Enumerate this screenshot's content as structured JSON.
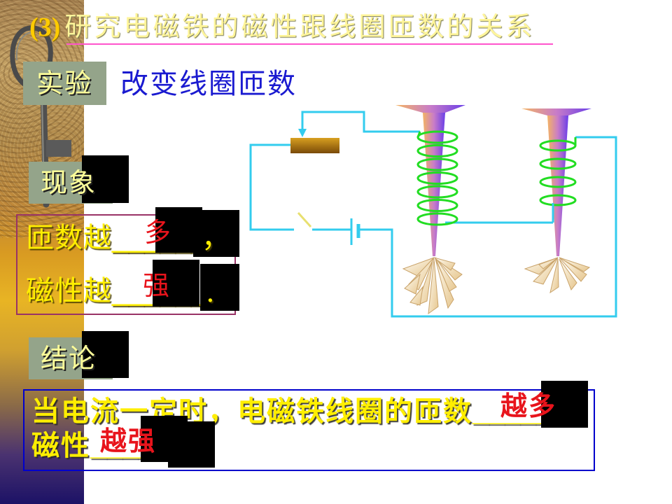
{
  "title": {
    "number": "(3)",
    "text": "研究电磁铁的磁性跟线圈匝数的关系"
  },
  "experiment": {
    "label": "实验",
    "description": "改变线圈匝数"
  },
  "phenomenon": {
    "label": "现象",
    "line1": {
      "prefix": "匝数越",
      "blank": "______",
      "answer": "多",
      "end": "，"
    },
    "line2": {
      "prefix": "磁性越",
      "blank": "______",
      "answer": "强",
      "end": "."
    }
  },
  "conclusion": {
    "label": "结论",
    "line1": {
      "prefix": "当电流一定时，电磁铁线圈的匝数",
      "blank": "______",
      "answer": "越多"
    },
    "line2": {
      "prefix": "磁性",
      "blank": "______",
      "answer": "越强"
    }
  },
  "colors": {
    "title_number": "#ffcc00",
    "title_text": "#fff59a",
    "title_underline": "#ff55cc",
    "label_bg": "#94a48a",
    "label_text": "#ffff99",
    "description": "#1a1ad0",
    "body_text": "#ffee00",
    "answer": "#e8141c",
    "mask": "#000000",
    "phenomenon_border": "#993366",
    "conclusion_border": "#0000cc",
    "wire": "#33ccee",
    "coil": "#22dd22"
  }
}
